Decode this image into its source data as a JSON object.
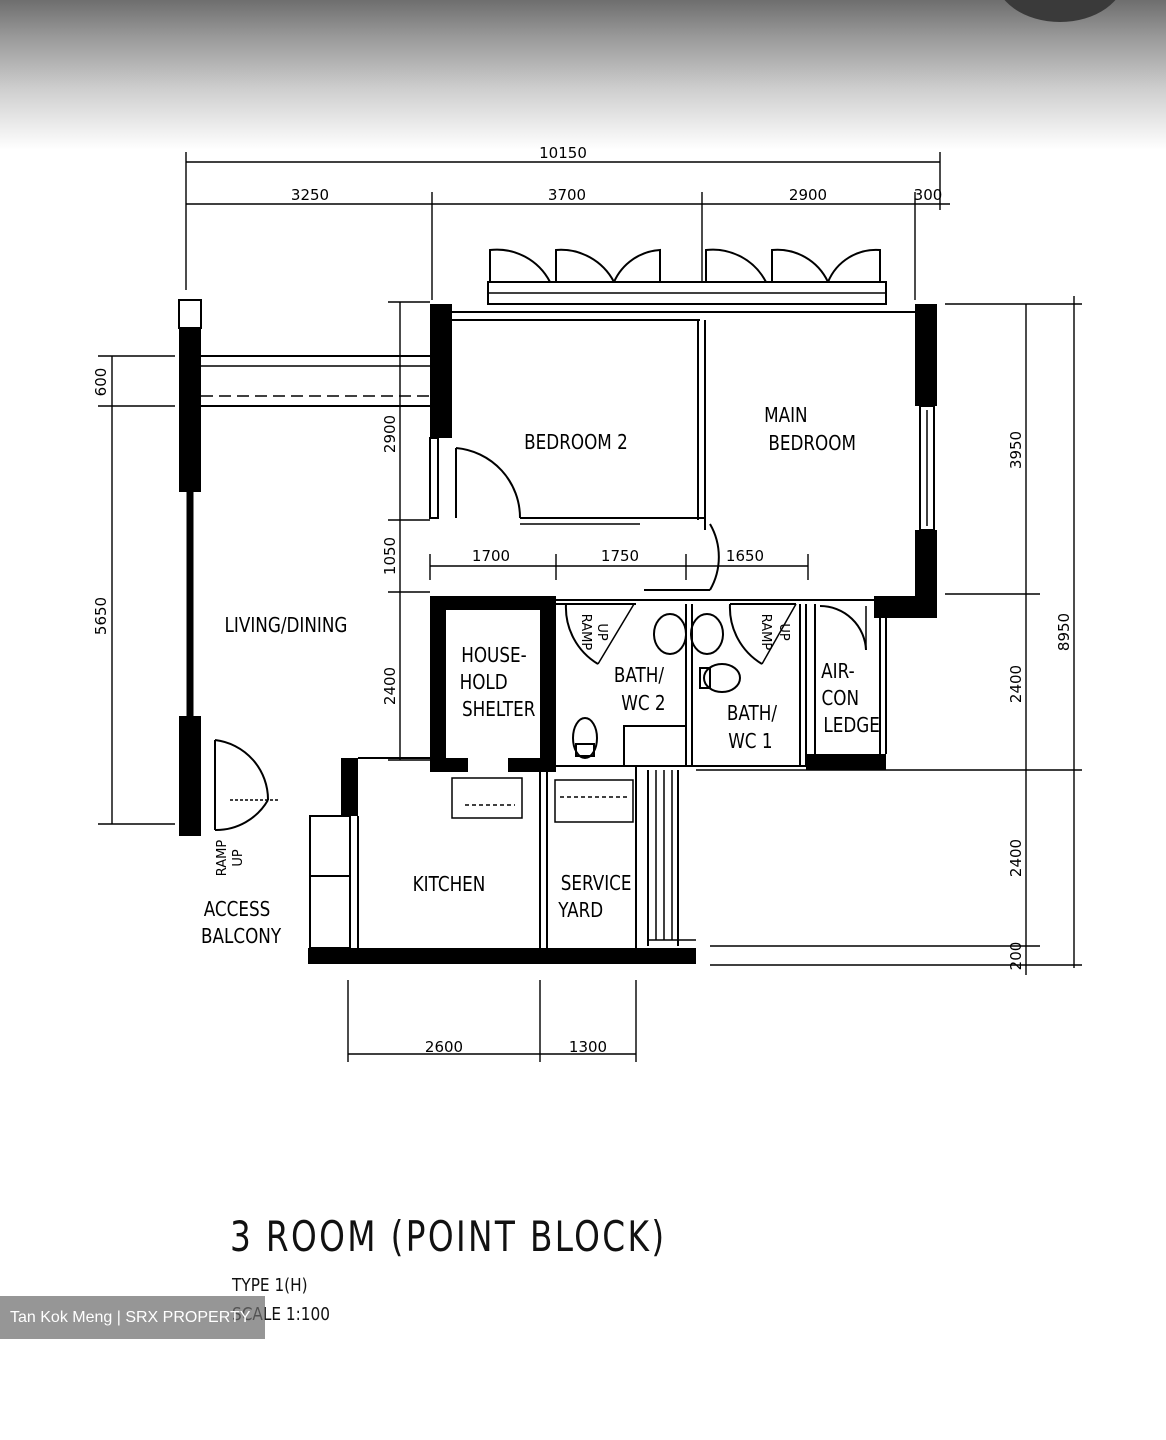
{
  "title": "3 ROOM (POINT BLOCK)",
  "type_label": "TYPE 1(H)",
  "scale_label": "SCALE  1:100",
  "watermark": "Tan Kok Meng | SRX PROPERTY",
  "rooms": {
    "bedroom2": "BEDROOM 2",
    "main_bedroom": [
      "MAIN",
      "BEDROOM"
    ],
    "living_dining": "LIVING/DINING",
    "household_shelter": [
      "HOUSE-",
      "HOLD",
      "SHELTER"
    ],
    "bath_wc2": [
      "BATH/",
      "WC 2"
    ],
    "bath_wc1": [
      "BATH/",
      "WC 1"
    ],
    "aircon_ledge": [
      "AIR-",
      "CON",
      "LEDGE"
    ],
    "kitchen": "KITCHEN",
    "service_yard": [
      "SERVICE",
      "YARD"
    ],
    "access_balcony": [
      "ACCESS",
      "BALCONY"
    ]
  },
  "ramp_label": [
    "RAMP",
    "UP"
  ],
  "dimensions": {
    "overall_width": "10150",
    "top": [
      "3250",
      "3700",
      "2900",
      "300"
    ],
    "middle": [
      "1700",
      "1750",
      "1650"
    ],
    "bottom": [
      "2600",
      "1300"
    ],
    "left": [
      "600",
      "5650"
    ],
    "inner_left": [
      "2900",
      "1050",
      "2400"
    ],
    "right": [
      "3950",
      "2400",
      "2400",
      "200"
    ],
    "overall_depth": "8950"
  }
}
